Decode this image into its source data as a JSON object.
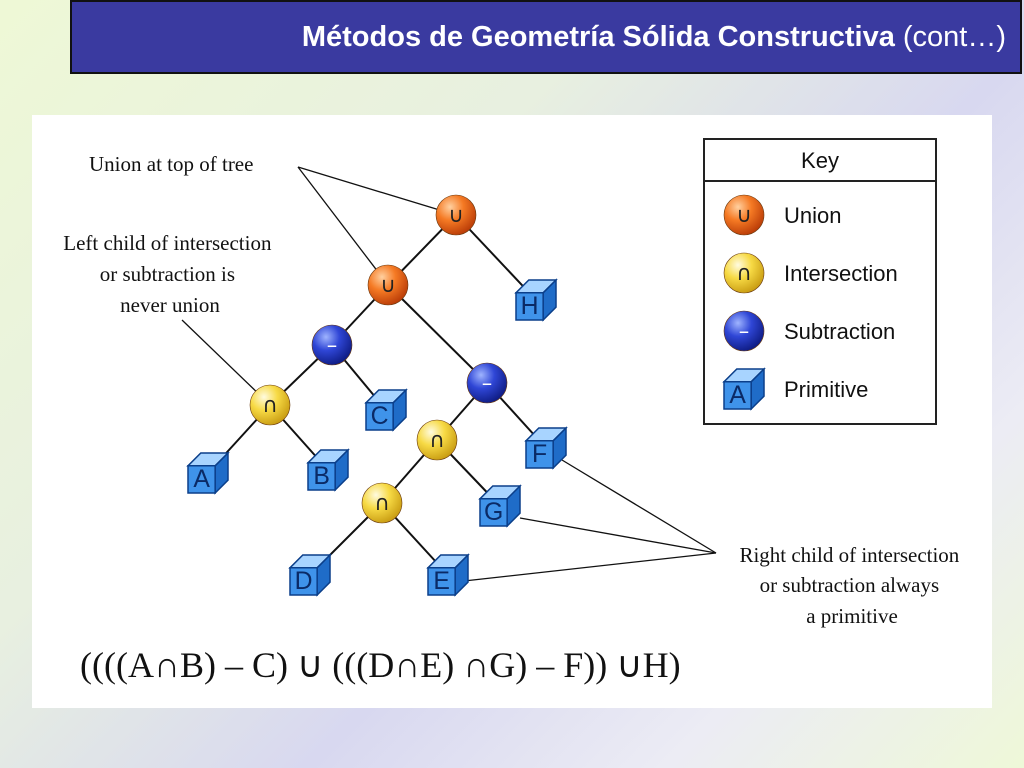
{
  "header": {
    "title_bold": "Métodos de Geometría Sólida Constructiva",
    "title_rest": "(cont…)"
  },
  "diagram": {
    "annotations": {
      "union_top": "Union at top of tree",
      "left_child": [
        "Left child of intersection",
        "or subtraction is",
        "never union"
      ],
      "right_child": [
        "Right child of intersection",
        "or subtraction always",
        "a primitive"
      ]
    },
    "key": {
      "title": "Key",
      "items": [
        {
          "kind": "union",
          "symbol": "∪",
          "label": "Union"
        },
        {
          "kind": "intersection",
          "symbol": "∩",
          "label": "Intersection"
        },
        {
          "kind": "subtraction",
          "symbol": "–",
          "label": "Subtraction"
        },
        {
          "kind": "primitive",
          "symbol": "A",
          "label": "Primitive"
        }
      ]
    },
    "nodes": [
      {
        "id": "u1",
        "kind": "union",
        "symbol": "∪"
      },
      {
        "id": "u2",
        "kind": "union",
        "symbol": "∪"
      },
      {
        "id": "s1",
        "kind": "subtraction",
        "symbol": "–"
      },
      {
        "id": "s2",
        "kind": "subtraction",
        "symbol": "–"
      },
      {
        "id": "i1",
        "kind": "intersection",
        "symbol": "∩"
      },
      {
        "id": "i2",
        "kind": "intersection",
        "symbol": "∩"
      },
      {
        "id": "i3",
        "kind": "intersection",
        "symbol": "∩"
      },
      {
        "id": "H",
        "kind": "primitive",
        "symbol": "H"
      },
      {
        "id": "C",
        "kind": "primitive",
        "symbol": "C"
      },
      {
        "id": "A",
        "kind": "primitive",
        "symbol": "A"
      },
      {
        "id": "B",
        "kind": "primitive",
        "symbol": "B"
      },
      {
        "id": "F",
        "kind": "primitive",
        "symbol": "F"
      },
      {
        "id": "G",
        "kind": "primitive",
        "symbol": "G"
      },
      {
        "id": "D",
        "kind": "primitive",
        "symbol": "D"
      },
      {
        "id": "E",
        "kind": "primitive",
        "symbol": "E"
      }
    ],
    "edges": [
      [
        "u1",
        "u2"
      ],
      [
        "u1",
        "H"
      ],
      [
        "u2",
        "s1"
      ],
      [
        "u2",
        "s2"
      ],
      [
        "s1",
        "i1"
      ],
      [
        "s1",
        "C"
      ],
      [
        "i1",
        "A"
      ],
      [
        "i1",
        "B"
      ],
      [
        "s2",
        "i2"
      ],
      [
        "s2",
        "F"
      ],
      [
        "i2",
        "i3"
      ],
      [
        "i2",
        "G"
      ],
      [
        "i3",
        "D"
      ],
      [
        "i3",
        "E"
      ]
    ],
    "expression": "((((A∩B) – C) ∪ (((D∩E) ∩G) – F)) ∪H)",
    "colors": {
      "union": "#ef6a1a",
      "intersection": "#f5d43a",
      "subtraction": "#2a3fc8",
      "primitive": "#3d8fe6"
    }
  }
}
